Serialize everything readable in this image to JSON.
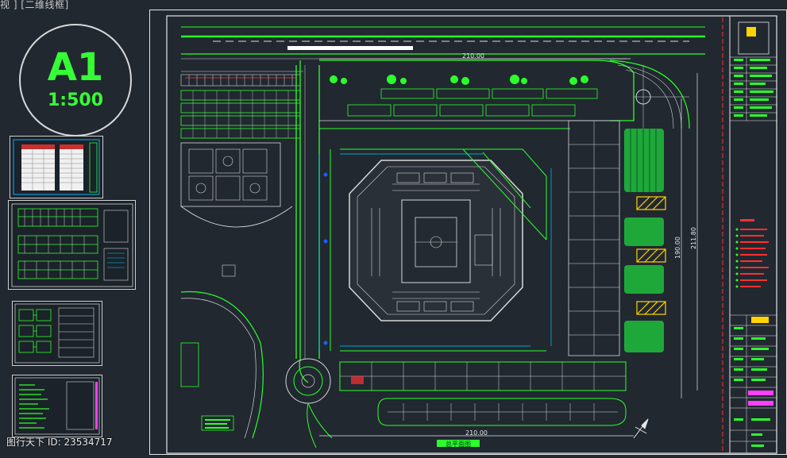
{
  "toolbar": {
    "title": "视 ] [二维线框]"
  },
  "scale_badge": {
    "sheet": "A1",
    "ratio": "1:500"
  },
  "drawing": {
    "dim_top": "210.00",
    "dim_bottom": "210.00",
    "dim_right_1": "211.80",
    "dim_right_2": "190.00",
    "plan_title": "总平面图"
  },
  "watermark": {
    "text": "图行天下 ID: 23534717"
  },
  "colors": {
    "background": "#212830",
    "primary_line": "#2cff2c",
    "secondary_line": "#e6e6e6",
    "annotation": "#00c8ff",
    "highlight": "#ffd400",
    "label": "#ff3030"
  }
}
